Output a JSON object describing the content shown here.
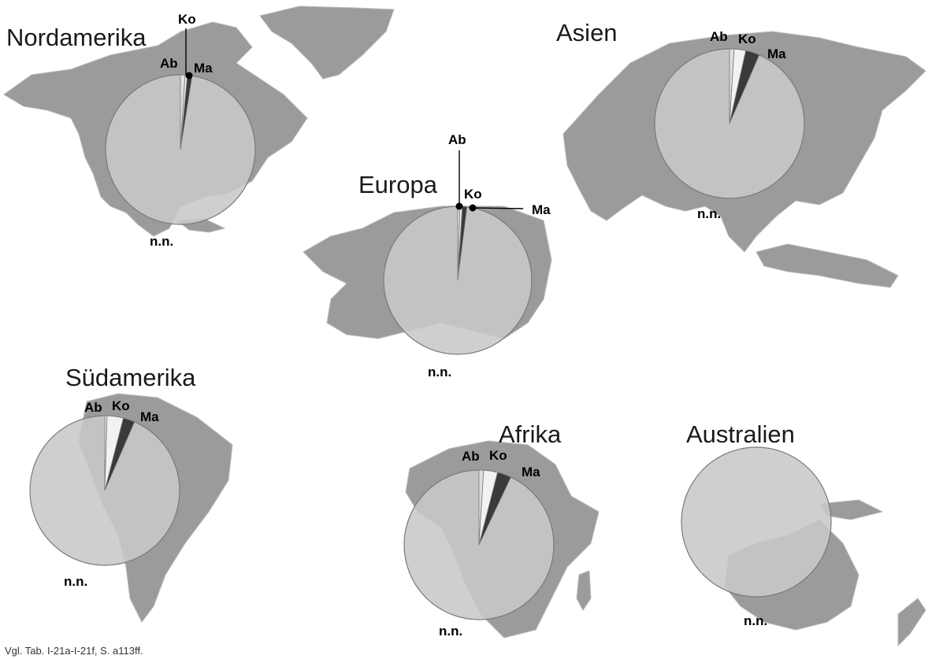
{
  "footnote": "Vgl. Tab. I-21a-I-21f, S. a113ff.",
  "colors": {
    "land": "#9b9b9b",
    "pie_main": "#c8c8c8",
    "slice_Ab": "#dedede",
    "slice_Ko": "#f2f2f2",
    "slice_Ma": "#3a3a3a",
    "outline": "#7a7a7a"
  },
  "chart_data": [
    {
      "type": "pie",
      "title": "Nordamerika",
      "legend": "none",
      "slices": [
        {
          "label": "Ab",
          "value": 1.0
        },
        {
          "label": "Ko",
          "value": 0.5
        },
        {
          "label": "Ma",
          "value": 1.0
        },
        {
          "label": "n.n.",
          "value": 97.5
        }
      ]
    },
    {
      "type": "pie",
      "title": "Asien",
      "legend": "none",
      "slices": [
        {
          "label": "Ab",
          "value": 1.0
        },
        {
          "label": "Ko",
          "value": 2.5
        },
        {
          "label": "Ma",
          "value": 3.0
        },
        {
          "label": "n.n.",
          "value": 93.5
        }
      ]
    },
    {
      "type": "pie",
      "title": "Europa",
      "legend": "none",
      "slices": [
        {
          "label": "Ab",
          "value": 0.5
        },
        {
          "label": "Ko",
          "value": 0.5
        },
        {
          "label": "Ma",
          "value": 1.0
        },
        {
          "label": "n.n.",
          "value": 98.0
        }
      ]
    },
    {
      "type": "pie",
      "title": "Südamerika",
      "legend": "none",
      "slices": [
        {
          "label": "Ab",
          "value": 0.5
        },
        {
          "label": "Ko",
          "value": 3.5
        },
        {
          "label": "Ma",
          "value": 2.5
        },
        {
          "label": "n.n.",
          "value": 93.5
        }
      ]
    },
    {
      "type": "pie",
      "title": "Afrika",
      "legend": "none",
      "slices": [
        {
          "label": "Ab",
          "value": 1.0
        },
        {
          "label": "Ko",
          "value": 3.0
        },
        {
          "label": "Ma",
          "value": 3.0
        },
        {
          "label": "n.n.",
          "value": 93.0
        }
      ]
    },
    {
      "type": "pie",
      "title": "Australien",
      "legend": "none",
      "slices": [
        {
          "label": "n.n.",
          "value": 100.0
        }
      ]
    }
  ]
}
